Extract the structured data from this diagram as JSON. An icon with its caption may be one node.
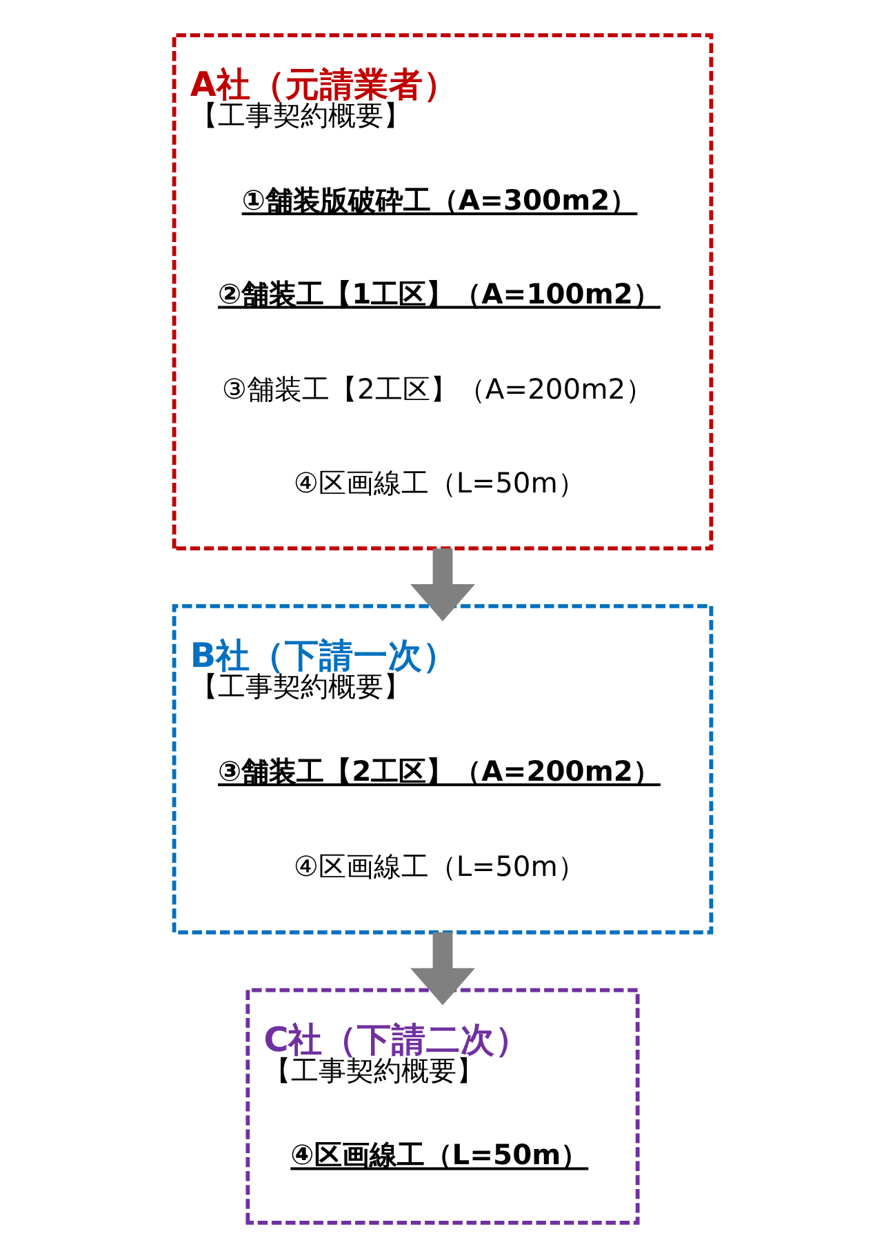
{
  "diagram": {
    "nodes": [
      {
        "text": [
          "A社（元請業者）",
          "【工事契約概要】"
        ]
      },
      {
        "text": [
          "①舗装版破砕工（A=300m2）"
        ],
        "in": 0
      },
      {
        "text": [
          "②舗装工【1工区】（A=100m2）"
        ],
        "in": 0
      },
      {
        "text": [
          "③舗装工【2工区】（A=200m2）"
        ],
        "in": 0
      },
      {
        "text": [
          "④区画線工（L=50m）"
        ],
        "in": 0
      },
      {
        "text": [
          "B社（下請一次）",
          "【工事契約概要】"
        ]
      },
      {
        "text": [
          "③舗装工【2工区】（A=200m2）"
        ],
        "in": 5
      },
      {
        "text": [
          "④区画線工（L=50m）"
        ],
        "in": 5
      },
      {
        "text": [
          "C社（下請二次）",
          "【工事契約概要】"
        ]
      },
      {
        "text": [
          "④区画線工（L=50m）"
        ],
        "in": 8
      }
    ],
    "edges": [
      {
        "from": 0,
        "to": 5,
        "arrow": "to"
      },
      {
        "from": 5,
        "to": 8,
        "arrow": "to"
      }
    ]
  }
}
